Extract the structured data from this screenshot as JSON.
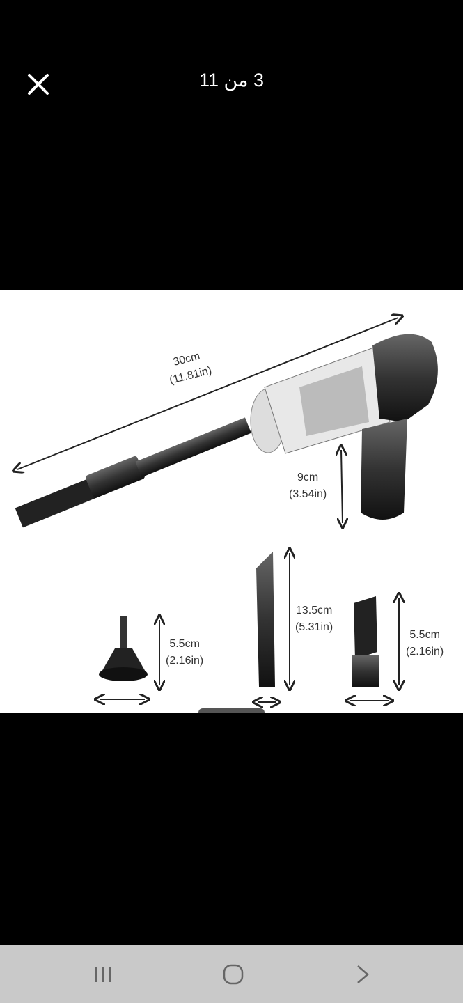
{
  "header": {
    "counter": "3 من 11",
    "close_icon": "close-icon"
  },
  "image": {
    "length_cm": "30cm",
    "length_in": "(11.81in)",
    "handle_cm": "9cm",
    "handle_in": "(3.54in)",
    "cone_cm": "5.5cm",
    "cone_in": "(2.16in)",
    "crevice_cm": "13.5cm",
    "crevice_in": "(5.31in)",
    "brush_cm": "5.5cm",
    "brush_in": "(2.16in)"
  },
  "navbar": {
    "recent": "recent-apps-icon",
    "home": "home-icon",
    "back": "back-icon"
  }
}
